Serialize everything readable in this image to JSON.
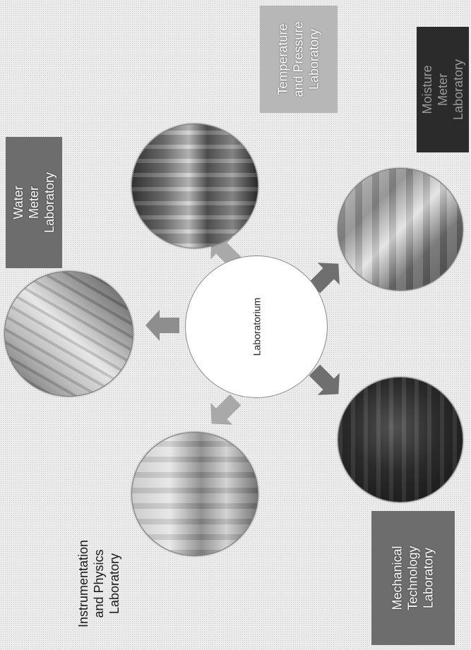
{
  "center": {
    "label": "Laboratorium"
  },
  "labs": [
    {
      "label": "Temperature\nand Pressure\nLaboratory"
    },
    {
      "label": "Moisture Meter\nLaboratory"
    },
    {
      "label": "Water Meter\nLaboratory"
    },
    {
      "label": "Instrumentation\nand Physics\nLaboratory"
    },
    {
      "label": "Mechanical\nTechnology\nLaboratory"
    }
  ],
  "colors": {
    "arrow_light": "#a9a9a9",
    "arrow_mid": "#8e8e8e",
    "arrow_dark": "#6f6f6f"
  }
}
